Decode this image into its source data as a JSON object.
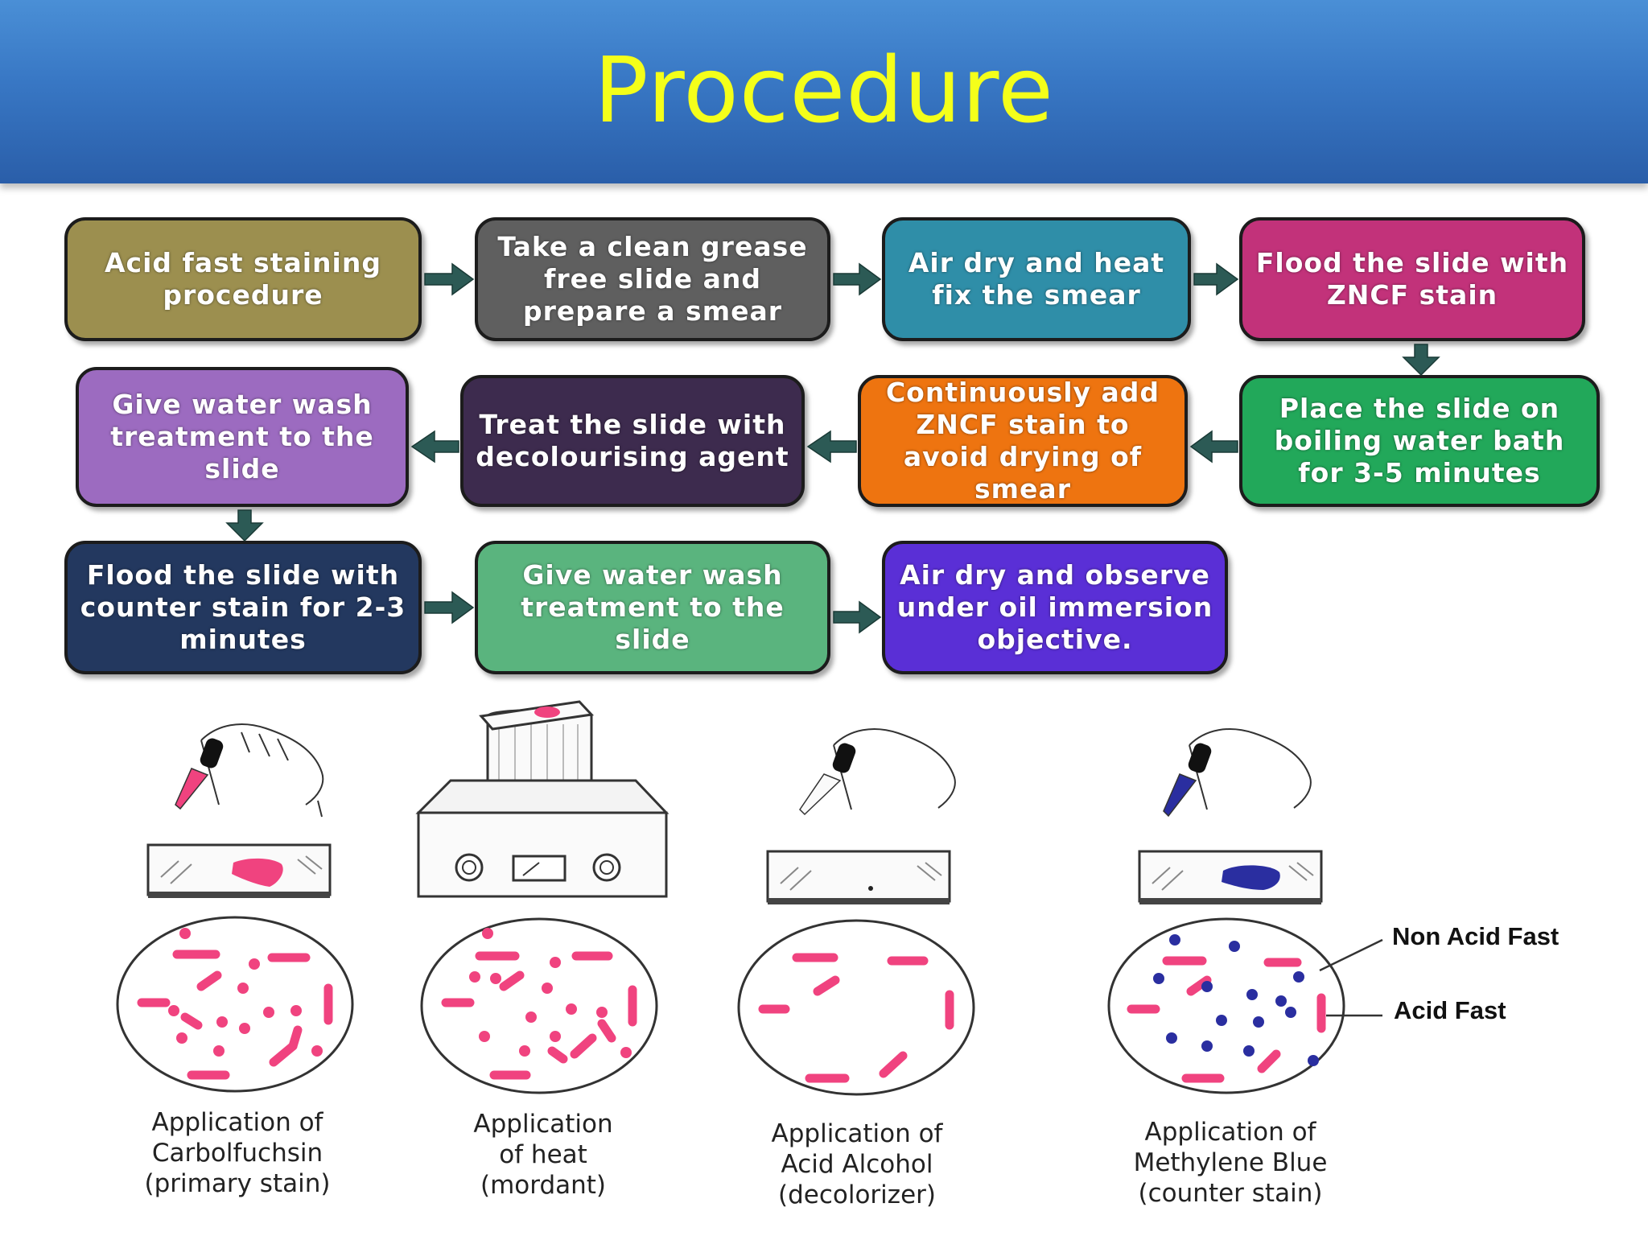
{
  "title": "Procedure",
  "steps": [
    {
      "id": "s1",
      "text": "Acid fast staining procedure",
      "color": "#9c8f4f"
    },
    {
      "id": "s2",
      "text": "Take a clean grease free slide and prepare a smear",
      "color": "#5f5f5f"
    },
    {
      "id": "s3",
      "text": "Air dry and heat fix the smear",
      "color": "#2f8ea8"
    },
    {
      "id": "s4",
      "text": "Flood the slide with ZNCF stain",
      "color": "#c2327a"
    },
    {
      "id": "s5",
      "text": "Place the slide on boiling water bath for 3-5 minutes",
      "color": "#22a85a"
    },
    {
      "id": "s6",
      "text": "Continuously add ZNCF stain to avoid drying of smear",
      "color": "#ee7410"
    },
    {
      "id": "s7",
      "text": "Treat the slide with decolourising agent",
      "color": "#3d2b4e"
    },
    {
      "id": "s8",
      "text": "Give water wash treatment to the slide",
      "color": "#9c6bc0"
    },
    {
      "id": "s9",
      "text": "Flood the slide with counter stain for 2-3 minutes",
      "color": "#23385f"
    },
    {
      "id": "s10",
      "text": "Give water wash treatment to the slide",
      "color": "#5ab47e"
    },
    {
      "id": "s11",
      "text": "Air dry and observe under oil immersion objective.",
      "color": "#5a2fd6"
    }
  ],
  "colors": {
    "stain_pink": "#f0437f",
    "stain_blue": "#2a2ea0",
    "arrow": "#2c5a55"
  },
  "panels": [
    {
      "caption_lines": [
        "Application of",
        "Carbolfuchsin",
        "(primary stain)"
      ]
    },
    {
      "caption_lines": [
        "Application",
        "of heat",
        "(mordant)"
      ]
    },
    {
      "caption_lines": [
        "Application of",
        "Acid Alcohol",
        "(decolorizer)"
      ]
    },
    {
      "caption_lines": [
        "Application of",
        "Methylene Blue",
        "(counter stain)"
      ]
    }
  ],
  "labels": {
    "non_acid_fast": "Non Acid Fast",
    "acid_fast": "Acid Fast"
  }
}
